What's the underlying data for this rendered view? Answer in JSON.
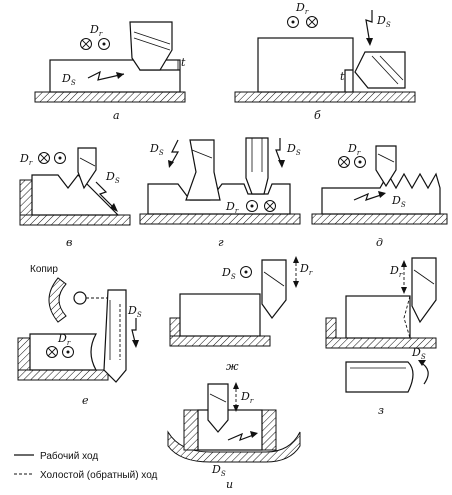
{
  "symbols": {
    "dr": "D",
    "dr_sub": "r",
    "ds": "D",
    "ds_sub": "S",
    "t": "t"
  },
  "panels": [
    {
      "id": "a",
      "caption": "а"
    },
    {
      "id": "b",
      "caption": "б"
    },
    {
      "id": "v",
      "caption": "в"
    },
    {
      "id": "g",
      "caption": "г"
    },
    {
      "id": "d",
      "caption": "д"
    },
    {
      "id": "e",
      "caption": "е",
      "copier_label": "Копир"
    },
    {
      "id": "zh",
      "caption": "ж"
    },
    {
      "id": "z",
      "caption": "з"
    },
    {
      "id": "i",
      "caption": "и"
    }
  ],
  "legend": {
    "working_stroke": "Рабочий ход",
    "idle_stroke": "Холостой (обратный) ход"
  }
}
